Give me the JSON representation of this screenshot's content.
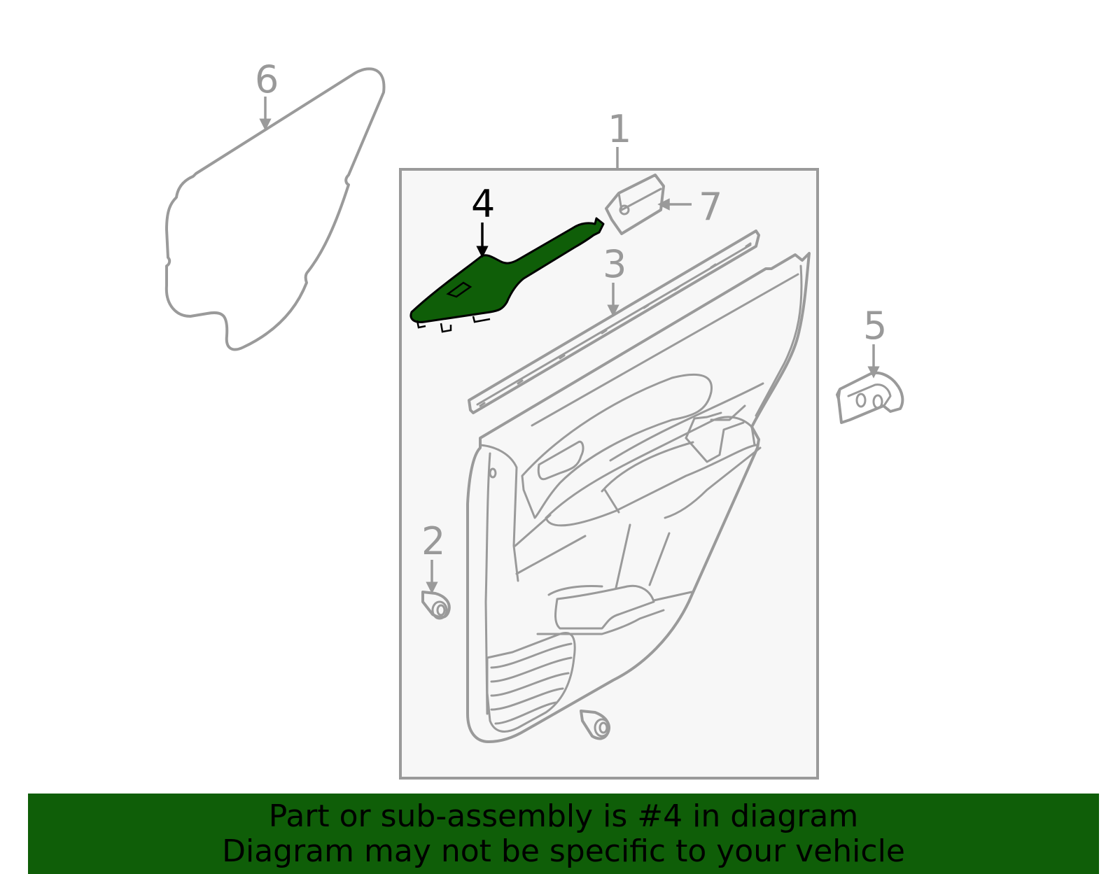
{
  "diagram": {
    "callouts": [
      {
        "id": "1",
        "label": "1"
      },
      {
        "id": "2",
        "label": "2"
      },
      {
        "id": "3",
        "label": "3"
      },
      {
        "id": "4",
        "label": "4"
      },
      {
        "id": "5",
        "label": "5"
      },
      {
        "id": "6",
        "label": "6"
      },
      {
        "id": "7",
        "label": "7"
      }
    ],
    "highlighted_part": "4",
    "colors": {
      "highlight_fill": "#0f5e08",
      "part_stroke": "#9a9a9a",
      "box_fill": "#f7f7f7",
      "banner_bg": "#0f5e08"
    }
  },
  "banner": {
    "line1": "Part or sub-assembly is #4 in diagram",
    "line2": "Diagram may not be specific to your vehicle"
  }
}
